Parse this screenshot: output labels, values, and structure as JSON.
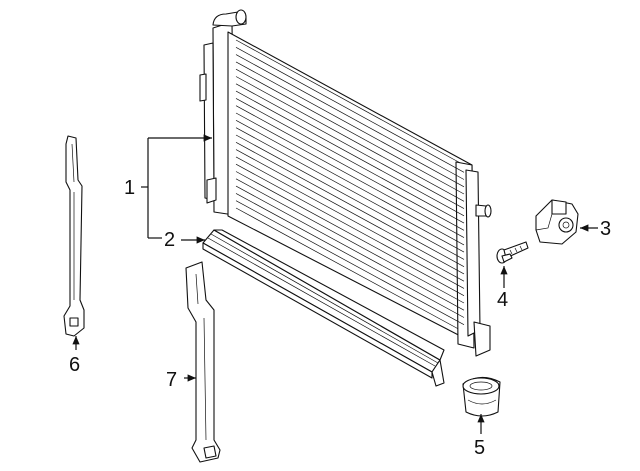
{
  "diagram": {
    "callouts": [
      {
        "id": "1",
        "label": "1"
      },
      {
        "id": "2",
        "label": "2"
      },
      {
        "id": "3",
        "label": "3"
      },
      {
        "id": "4",
        "label": "4"
      },
      {
        "id": "5",
        "label": "5"
      },
      {
        "id": "6",
        "label": "6"
      },
      {
        "id": "7",
        "label": "7"
      }
    ]
  },
  "colors": {
    "line": "#111111",
    "background": "#ffffff"
  }
}
